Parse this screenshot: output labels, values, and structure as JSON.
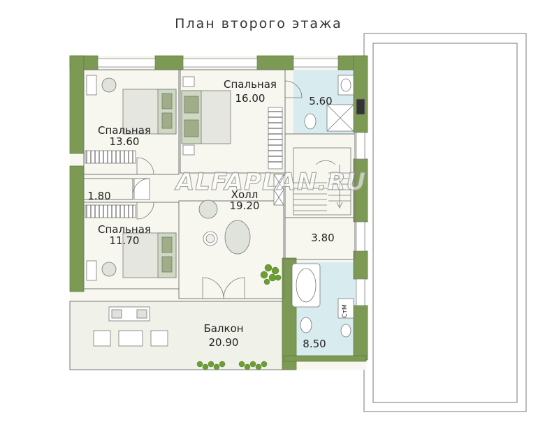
{
  "title": "План второго этажа",
  "watermark": "ALFAPLAN.RU",
  "colors": {
    "wall": "#7d9a55",
    "wall_dark": "#6a8646",
    "floor": "#f7f7ef",
    "bath_floor": "#d8ecef",
    "balcony_floor": "#f0f2ea",
    "terrace_outline": "#777777"
  },
  "rooms": [
    {
      "id": "bedroom1",
      "name": "Спальная",
      "area": "13.60"
    },
    {
      "id": "bedroom2",
      "name": "Спальная",
      "area": "16.00"
    },
    {
      "id": "bath1",
      "name": "",
      "area": "5.60"
    },
    {
      "id": "storage",
      "name": "",
      "area": "1.80"
    },
    {
      "id": "hall",
      "name": "Холл",
      "area": "19.20"
    },
    {
      "id": "bedroom3",
      "name": "Спальная",
      "area": "11.70"
    },
    {
      "id": "stair_landing",
      "name": "",
      "area": "3.80"
    },
    {
      "id": "balcony",
      "name": "Балкон",
      "area": "20.90"
    },
    {
      "id": "bath2",
      "name": "",
      "area": "8.50"
    }
  ],
  "labels": {
    "washer": "СтМ"
  }
}
